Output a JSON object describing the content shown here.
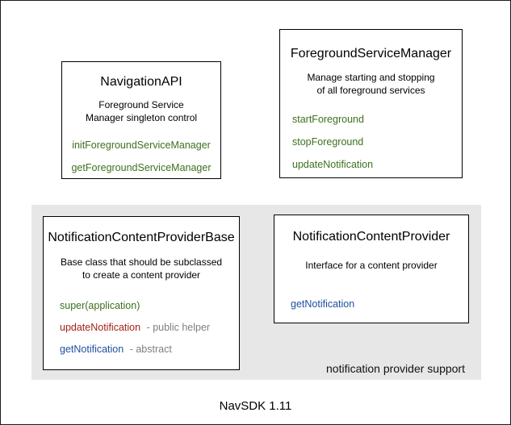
{
  "colors": {
    "method_green": "#3c711e",
    "method_red": "#a22318",
    "method_blue": "#1f4f9f",
    "annotation_gray": "#7f7f7f",
    "group_background": "#e7e7e7",
    "box_border": "#000000"
  },
  "boxes": {
    "navigation_api": {
      "title": "NavigationAPI",
      "subtitle": "Foreground Service\nManager singleton control",
      "methods": [
        {
          "name": "initForegroundServiceManager",
          "color": "green"
        },
        {
          "name": "getForegroundServiceManager",
          "color": "green"
        }
      ]
    },
    "foreground_service_manager": {
      "title": "ForegroundServiceManager",
      "subtitle": "Manage starting and stopping\nof all foreground services",
      "methods": [
        {
          "name": "startForeground",
          "color": "green"
        },
        {
          "name": "stopForeground",
          "color": "green"
        },
        {
          "name": "updateNotification",
          "color": "green"
        }
      ]
    },
    "notification_content_provider_base": {
      "title": "NotificationContentProviderBase",
      "subtitle": "Base class that should be subclassed\nto create a content provider",
      "methods": [
        {
          "name": "super(application)",
          "color": "green"
        },
        {
          "name": "updateNotification",
          "color": "red",
          "annotation": "- public helper"
        },
        {
          "name": "getNotification",
          "color": "blue",
          "annotation": "- abstract"
        }
      ]
    },
    "notification_content_provider": {
      "title": "NotificationContentProvider",
      "subtitle": "Interface for a content provider",
      "methods": [
        {
          "name": "getNotification",
          "color": "blue"
        }
      ]
    }
  },
  "group": {
    "label": "notification provider support"
  },
  "footer": {
    "caption": "NavSDK 1.11"
  }
}
